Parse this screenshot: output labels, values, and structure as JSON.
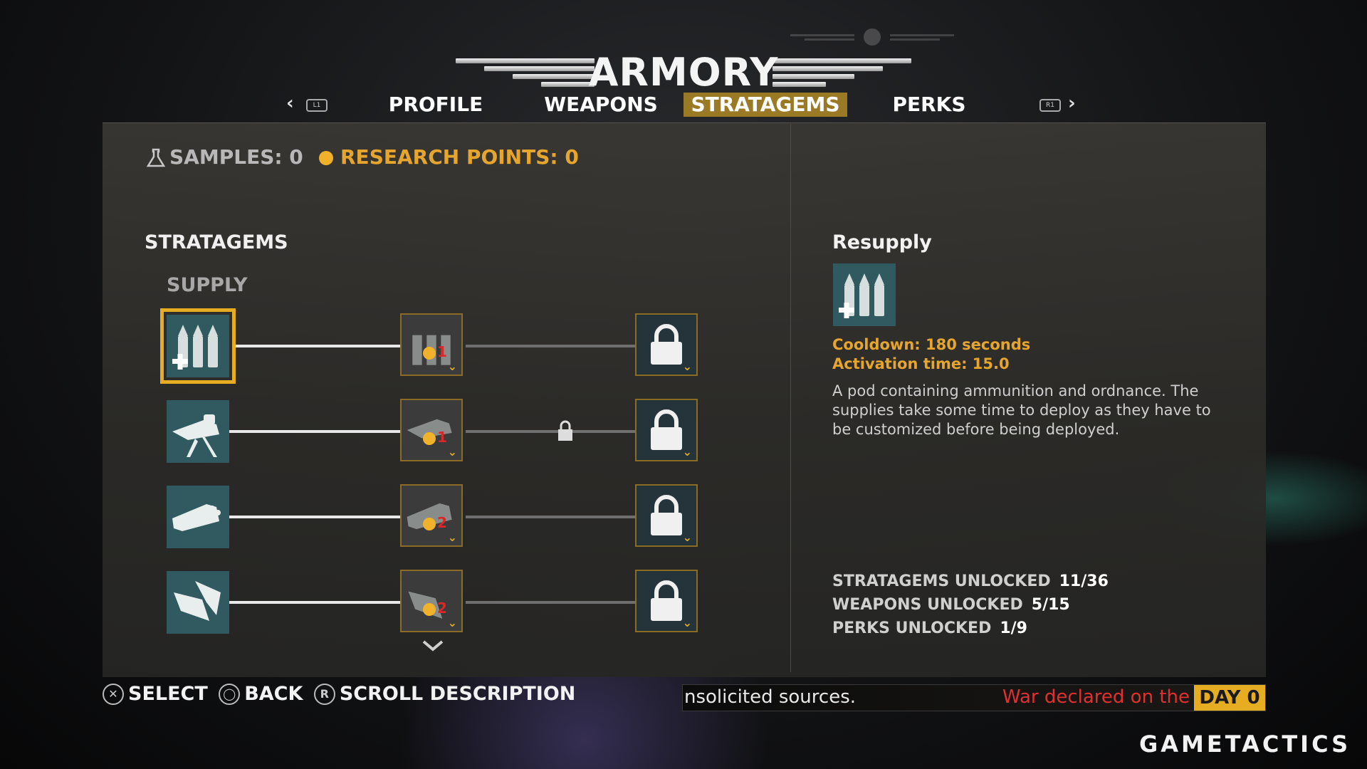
{
  "header": {
    "title": "ARMORY",
    "prev_shoulder": "L1",
    "next_shoulder": "R1",
    "prev_arrow": "‹",
    "next_arrow": "›",
    "tabs": [
      {
        "label": "PROFILE",
        "active": false
      },
      {
        "label": "WEAPONS",
        "active": false
      },
      {
        "label": "STRATAGEMS",
        "active": true
      },
      {
        "label": "PERKS",
        "active": false
      }
    ]
  },
  "currencies": {
    "samples": "SAMPLES: 0",
    "research_points": "RESEARCH POINTS: 0"
  },
  "tree": {
    "section_title": "STRATAGEMS",
    "category": "SUPPLY",
    "rows": [
      {
        "icon": "resupply-icon",
        "upgrade_cost": "1",
        "selected": true
      },
      {
        "icon": "mounted-gun-icon",
        "upgrade_cost": "1",
        "selected": false
      },
      {
        "icon": "rocket-pod-icon",
        "upgrade_cost": "2",
        "selected": false
      },
      {
        "icon": "shield-generator-icon",
        "upgrade_cost": "2",
        "selected": false
      }
    ]
  },
  "detail": {
    "title": "Resupply",
    "icon": "resupply-icon",
    "cooldown": "Cooldown: 180 seconds",
    "activation": "Activation time: 15.0",
    "description": "A pod containing ammunition and ordnance. The supplies take some time to deploy as they have to be customized before being deployed."
  },
  "progress": {
    "stratagems_label": "STRATAGEMS UNLOCKED",
    "stratagems_value": "11/36",
    "weapons_label": "WEAPONS UNLOCKED",
    "weapons_value": "5/15",
    "perks_label": "PERKS UNLOCKED",
    "perks_value": "1/9"
  },
  "footer": {
    "select_glyph": "✕",
    "select": "SELECT",
    "back_glyph": "◯",
    "back": "BACK",
    "scroll_glyph": "R",
    "scroll": "SCROLL DESCRIPTION"
  },
  "ticker": {
    "text": "nsolicited sources.",
    "war": "War declared on the",
    "day": "DAY 0"
  },
  "watermark": "GAMETACTICS",
  "colors": {
    "accent": "#e6ad23",
    "research": "#e6a52c",
    "war": "#e03030",
    "node": "#315a60"
  }
}
